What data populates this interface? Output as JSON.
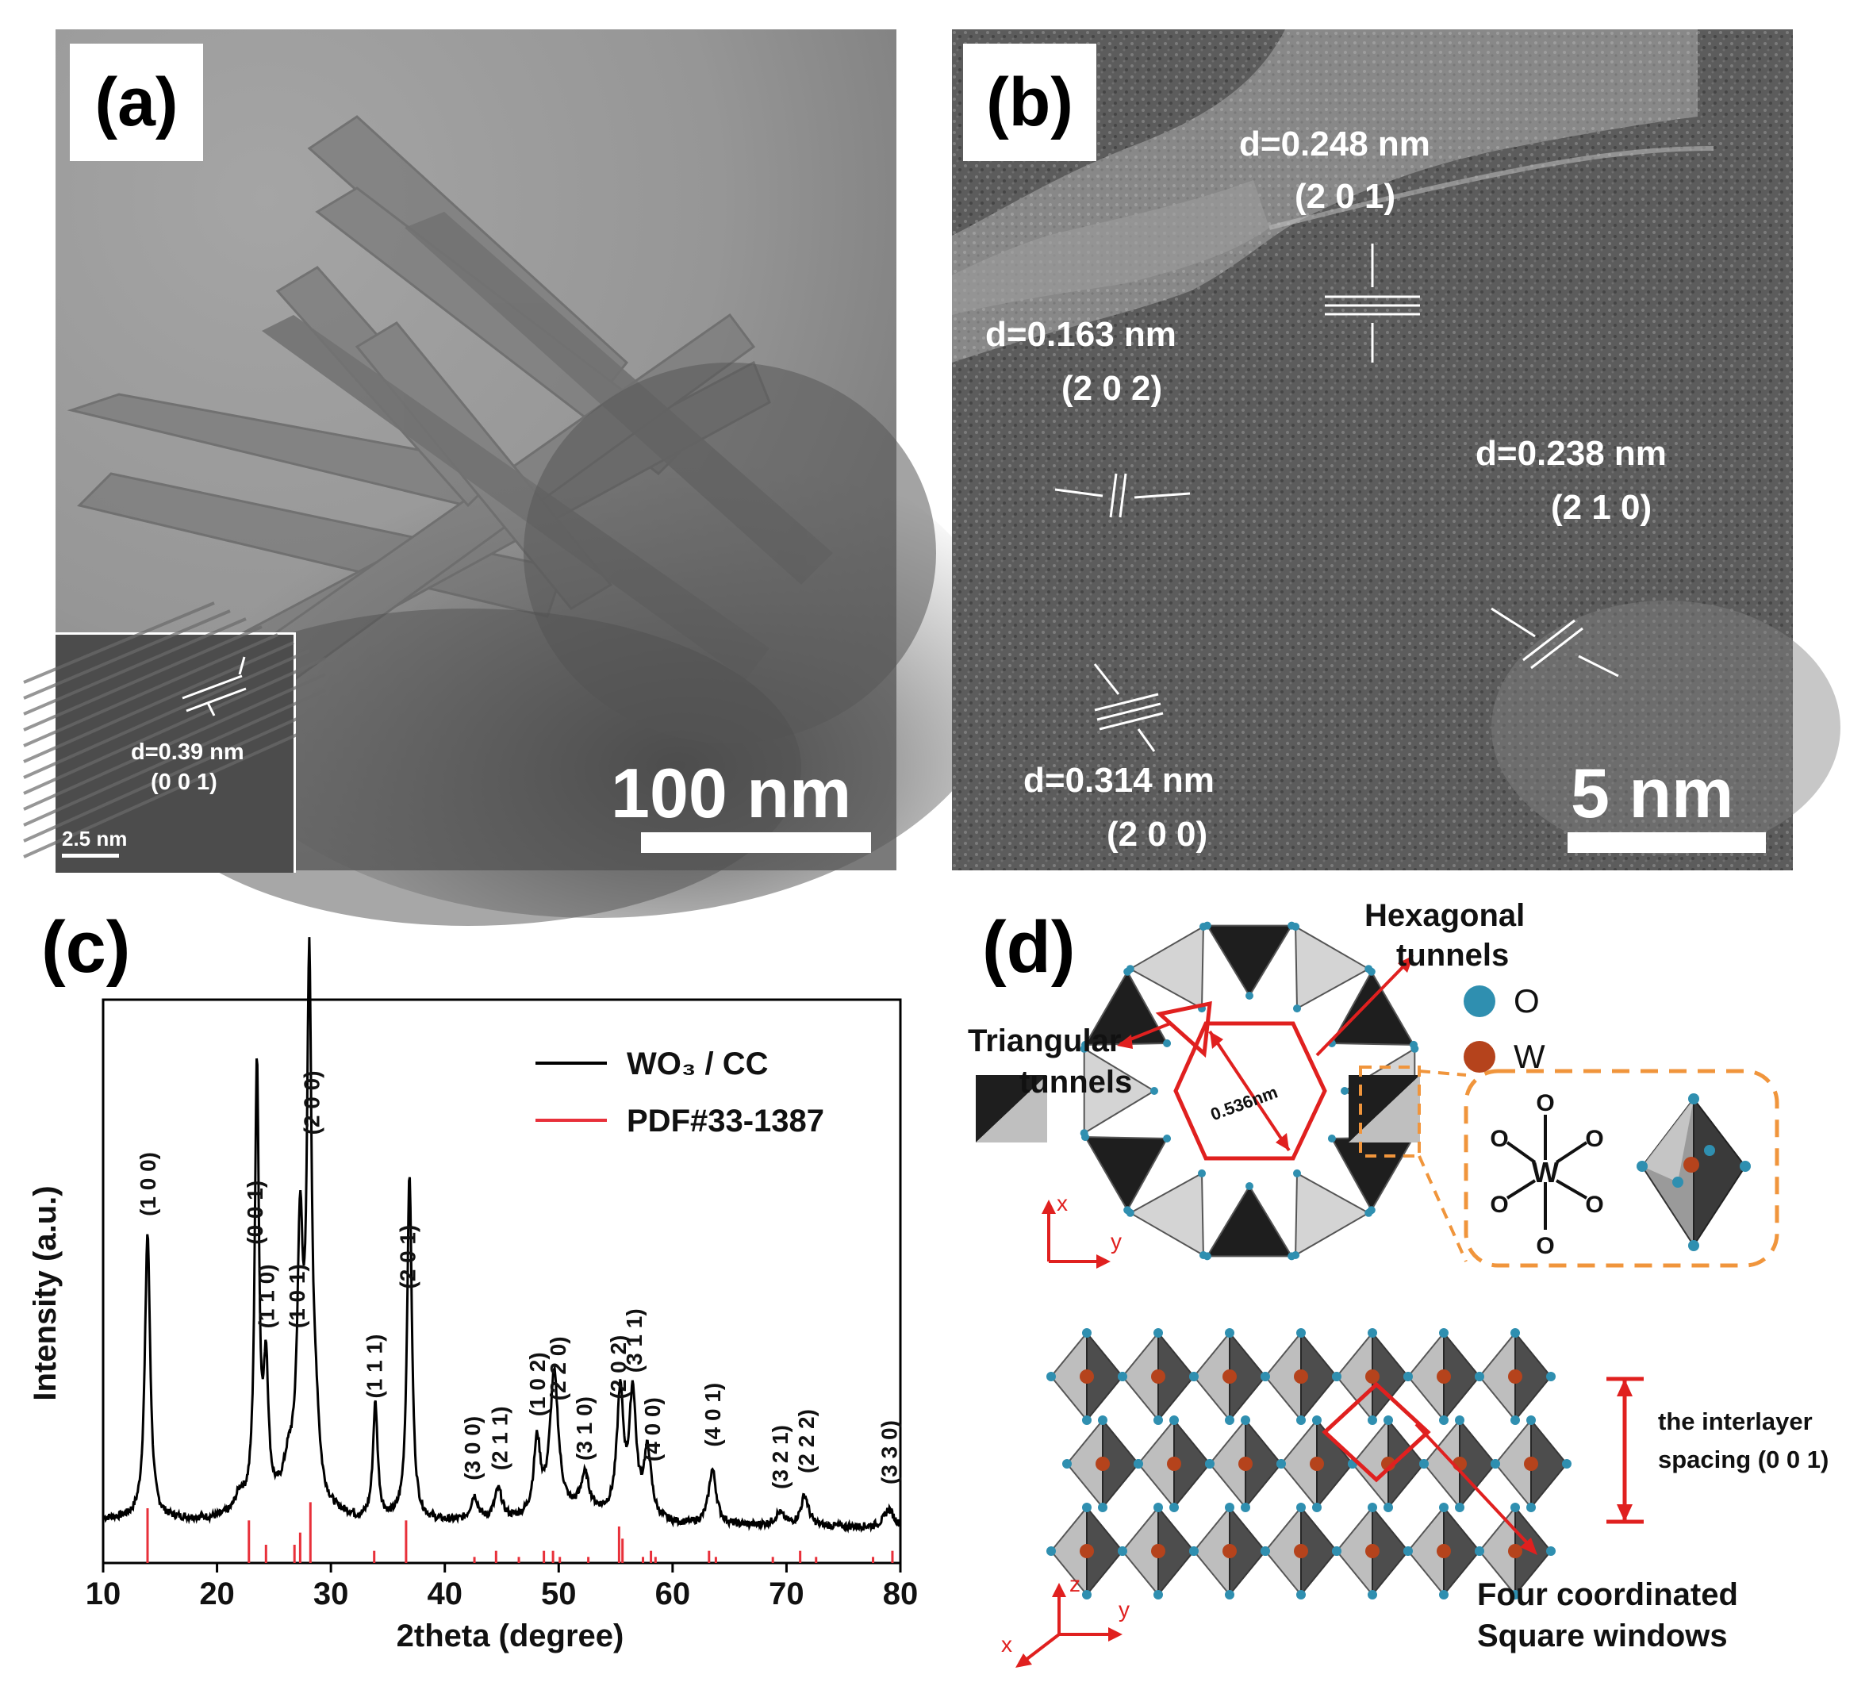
{
  "panel_a": {
    "label": "(a)",
    "scale": "100 nm",
    "inset_d": "d=0.39 nm",
    "inset_hkl": "(0 0 1)",
    "inset_scale": "2.5 nm"
  },
  "panel_b": {
    "label": "(b)",
    "scale": "5 nm",
    "fringes": [
      {
        "d": "d=0.248 nm",
        "hkl": "(2 0 1)"
      },
      {
        "d": "d=0.163 nm",
        "hkl": "(2 0 2)"
      },
      {
        "d": "d=0.238 nm",
        "hkl": "(2 1 0)"
      },
      {
        "d": "d=0.314 nm",
        "hkl": "(2 0 0)"
      }
    ]
  },
  "panel_c": {
    "label": "(c)"
  },
  "panel_d": {
    "label": "(d)",
    "hex_tunnels": [
      "Hexagonal",
      "tunnels"
    ],
    "tri_tunnels": [
      "Triangular",
      "tunnels"
    ],
    "distance": "0.536nm",
    "legend_o": "O",
    "legend_w": "W",
    "interlayer": [
      "the interlayer",
      "spacing (0 0 1)"
    ],
    "square": [
      "Four coordinated",
      "Square windows"
    ],
    "axes_top": {
      "x": "x",
      "y": "y"
    },
    "axes_bottom": {
      "x": "x",
      "y": "y",
      "z": "z"
    },
    "wo6_center": "W",
    "wo6_o": "O",
    "colors": {
      "O": "#2f8fb0",
      "W": "#b5431c",
      "annot": "#e0201f",
      "dash": "#f0953c"
    }
  },
  "chart_data": {
    "type": "line",
    "title": "",
    "xlabel": "2theta (degree)",
    "ylabel": "Intensity (a.u.)",
    "xlim": [
      10,
      80
    ],
    "ylim": [
      0,
      1
    ],
    "xticks": [
      10,
      20,
      30,
      40,
      50,
      60,
      70,
      80
    ],
    "legend": {
      "placement": "top-right"
    },
    "series": [
      {
        "name": "WO₃ / CC",
        "color": "#000000",
        "peaks": [
          {
            "x": 13.9,
            "h": 0.47,
            "w": 0.28
          },
          {
            "x": 22.0,
            "h": 0.03,
            "w": 0.5
          },
          {
            "x": 23.5,
            "h": 0.73,
            "w": 0.22
          },
          {
            "x": 24.3,
            "h": 0.22,
            "w": 0.25
          },
          {
            "x": 26.3,
            "h": 0.06,
            "w": 0.6
          },
          {
            "x": 27.3,
            "h": 0.42,
            "w": 0.3
          },
          {
            "x": 28.1,
            "h": 0.85,
            "w": 0.25
          },
          {
            "x": 28.7,
            "h": 0.1,
            "w": 0.35
          },
          {
            "x": 33.9,
            "h": 0.19,
            "w": 0.25
          },
          {
            "x": 36.9,
            "h": 0.57,
            "w": 0.25
          },
          {
            "x": 42.6,
            "h": 0.04,
            "w": 0.4
          },
          {
            "x": 44.7,
            "h": 0.05,
            "w": 0.4
          },
          {
            "x": 48.1,
            "h": 0.12,
            "w": 0.35
          },
          {
            "x": 49.6,
            "h": 0.23,
            "w": 0.45
          },
          {
            "x": 52.3,
            "h": 0.06,
            "w": 0.45
          },
          {
            "x": 55.4,
            "h": 0.2,
            "w": 0.35
          },
          {
            "x": 56.5,
            "h": 0.2,
            "w": 0.35
          },
          {
            "x": 57.8,
            "h": 0.11,
            "w": 0.4
          },
          {
            "x": 63.5,
            "h": 0.09,
            "w": 0.4
          },
          {
            "x": 69.4,
            "h": 0.02,
            "w": 0.5
          },
          {
            "x": 71.6,
            "h": 0.05,
            "w": 0.4
          },
          {
            "x": 79.0,
            "h": 0.03,
            "w": 0.5
          }
        ]
      },
      {
        "name": "PDF#33-1387",
        "color": "#e8303a",
        "sticks": [
          {
            "x": 13.9,
            "h": 0.09
          },
          {
            "x": 22.8,
            "h": 0.07
          },
          {
            "x": 24.3,
            "h": 0.03
          },
          {
            "x": 26.8,
            "h": 0.03
          },
          {
            "x": 27.3,
            "h": 0.05
          },
          {
            "x": 28.2,
            "h": 0.1
          },
          {
            "x": 33.8,
            "h": 0.02
          },
          {
            "x": 36.6,
            "h": 0.07
          },
          {
            "x": 42.6,
            "h": 0.01
          },
          {
            "x": 44.5,
            "h": 0.02
          },
          {
            "x": 46.5,
            "h": 0.01
          },
          {
            "x": 48.7,
            "h": 0.02
          },
          {
            "x": 49.5,
            "h": 0.02
          },
          {
            "x": 50.1,
            "h": 0.01
          },
          {
            "x": 52.6,
            "h": 0.01
          },
          {
            "x": 55.3,
            "h": 0.06
          },
          {
            "x": 55.6,
            "h": 0.04
          },
          {
            "x": 57.4,
            "h": 0.01
          },
          {
            "x": 58.1,
            "h": 0.02
          },
          {
            "x": 58.5,
            "h": 0.01
          },
          {
            "x": 63.2,
            "h": 0.02
          },
          {
            "x": 63.8,
            "h": 0.01
          },
          {
            "x": 68.8,
            "h": 0.01
          },
          {
            "x": 71.2,
            "h": 0.02
          },
          {
            "x": 72.6,
            "h": 0.01
          },
          {
            "x": 77.6,
            "h": 0.01
          },
          {
            "x": 79.3,
            "h": 0.02
          }
        ]
      }
    ],
    "peak_labels": [
      {
        "x": 13.9,
        "text": "(1 0 0)"
      },
      {
        "x": 23.3,
        "text": "(0 0 1)"
      },
      {
        "x": 24.3,
        "text": "(1 1 0)"
      },
      {
        "x": 27.0,
        "text": "(1 0 1)"
      },
      {
        "x": 28.3,
        "text": "(2 0 0)"
      },
      {
        "x": 33.8,
        "text": "(1 1 1)"
      },
      {
        "x": 36.7,
        "text": "(2 0 1)"
      },
      {
        "x": 42.4,
        "text": "(3 0 0)"
      },
      {
        "x": 44.8,
        "text": "(2 1 1)"
      },
      {
        "x": 48.1,
        "text": "(1 0 2)"
      },
      {
        "x": 49.9,
        "text": "(2 2 0)"
      },
      {
        "x": 52.2,
        "text": "(3 1 0)"
      },
      {
        "x": 55.2,
        "text": "(2 0 2)"
      },
      {
        "x": 56.6,
        "text": "(3 1 1)"
      },
      {
        "x": 58.2,
        "text": "(4 0 0)"
      },
      {
        "x": 63.5,
        "text": "(4 0 1)"
      },
      {
        "x": 69.4,
        "text": "(3 2 1)"
      },
      {
        "x": 71.7,
        "text": "(2 2 2)"
      },
      {
        "x": 79.0,
        "text": "(3 3 0)"
      }
    ]
  }
}
